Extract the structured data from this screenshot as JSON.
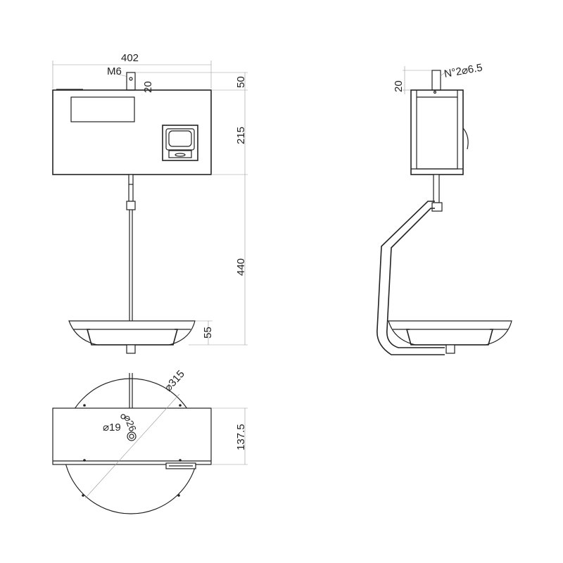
{
  "front_view": {
    "width_label": "402",
    "thread_label": "M6",
    "stem_label": "20",
    "top_label": "50",
    "body_height_label": "215",
    "rod_length_label": "440",
    "tray_height_label": "55"
  },
  "side_view": {
    "holes_label": "N°2⌀6.5",
    "stem_label": "20"
  },
  "top_view": {
    "dish_diameter_label": "⌀315",
    "bore_outer_label": "⌀26",
    "bore_inner_label": "⌀19",
    "depth_label": "137.5"
  }
}
